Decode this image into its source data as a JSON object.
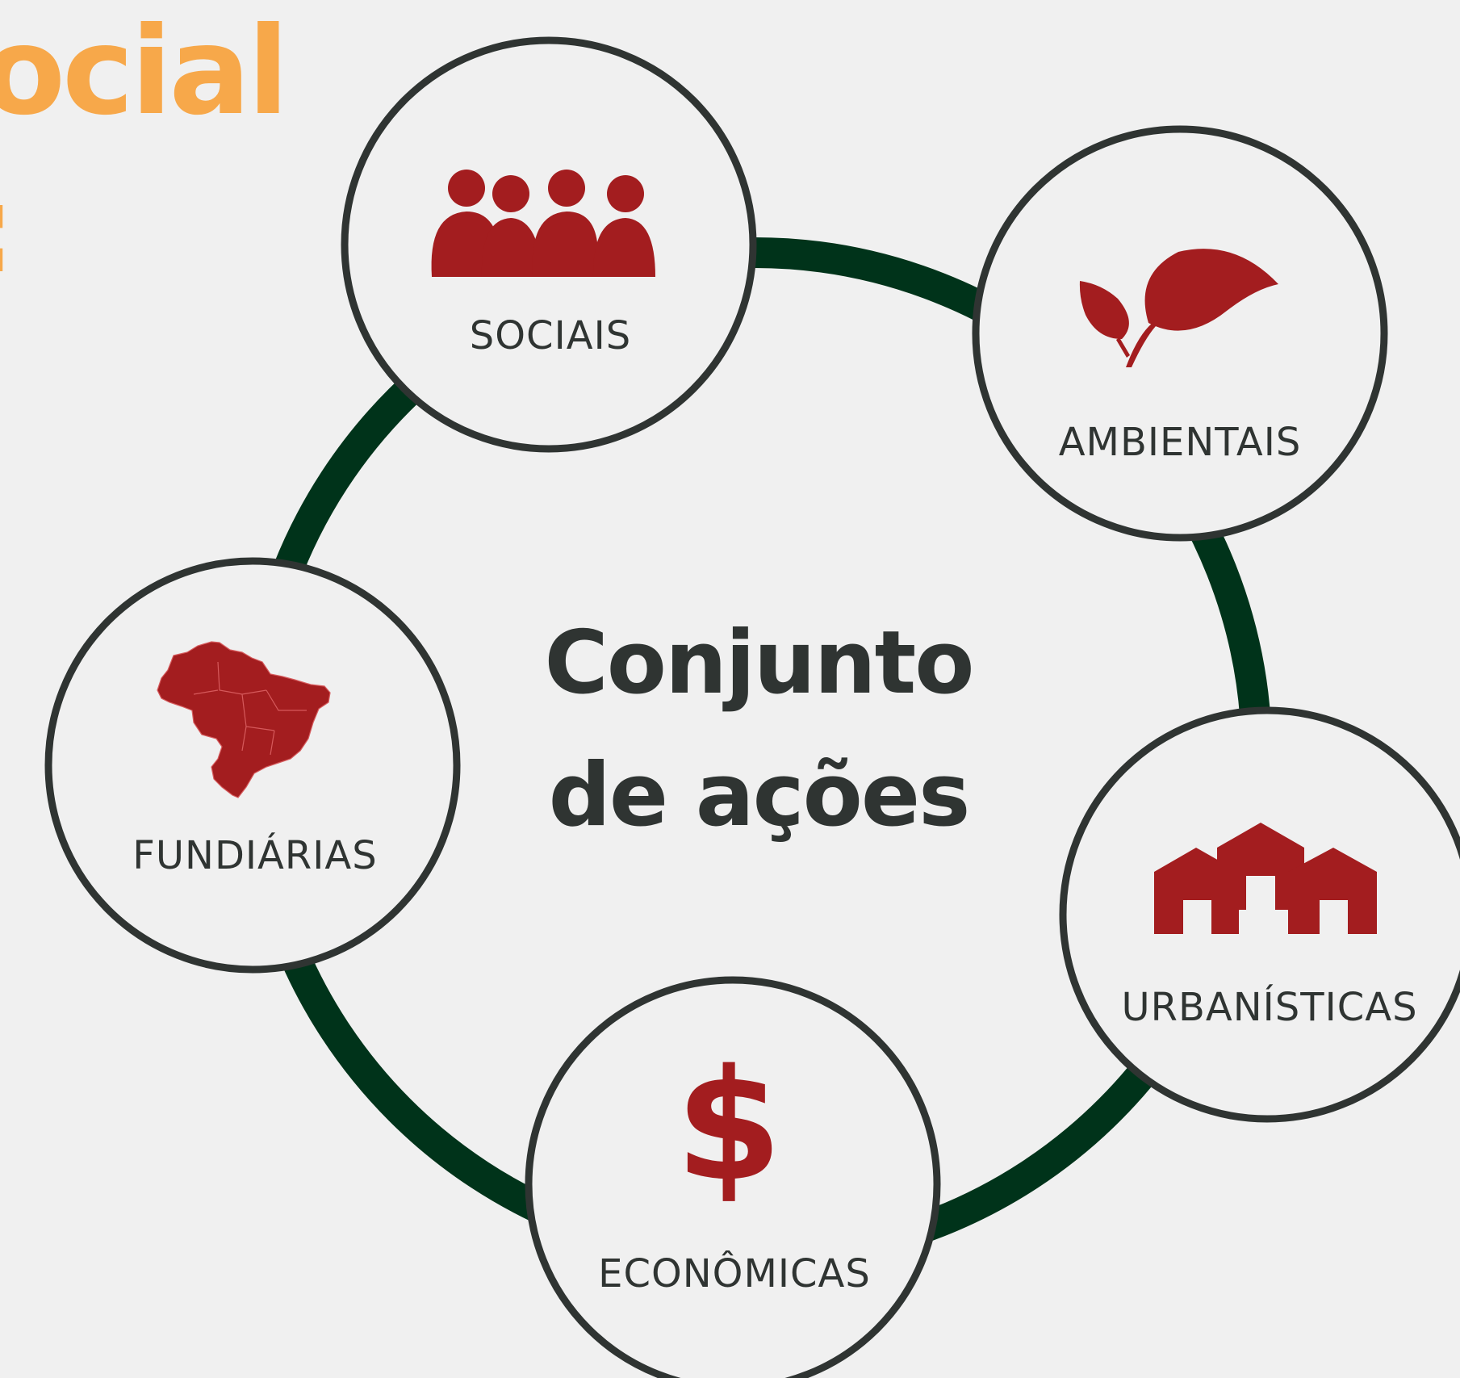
{
  "heading": {
    "line1": "ocial",
    "line2": ":"
  },
  "center": {
    "line1": "Conjunto",
    "line2": "de ações"
  },
  "nodes": [
    {
      "label": "SOCIAIS",
      "icon": "people-group-icon"
    },
    {
      "label": "AMBIENTAIS",
      "icon": "leaf-icon"
    },
    {
      "label": "URBANÍSTICAS",
      "icon": "houses-icon"
    },
    {
      "label": "ECONÔMICAS",
      "icon": "dollar-sign-icon"
    },
    {
      "label": "FUNDIÁRIAS",
      "icon": "brazil-map-icon"
    }
  ],
  "colors": {
    "background": "#f0f0f0",
    "ring": "#00331a",
    "node_border": "#2f3432",
    "icon": "#a31d1f",
    "heading": "#f7a84a",
    "text": "#2f3432"
  }
}
